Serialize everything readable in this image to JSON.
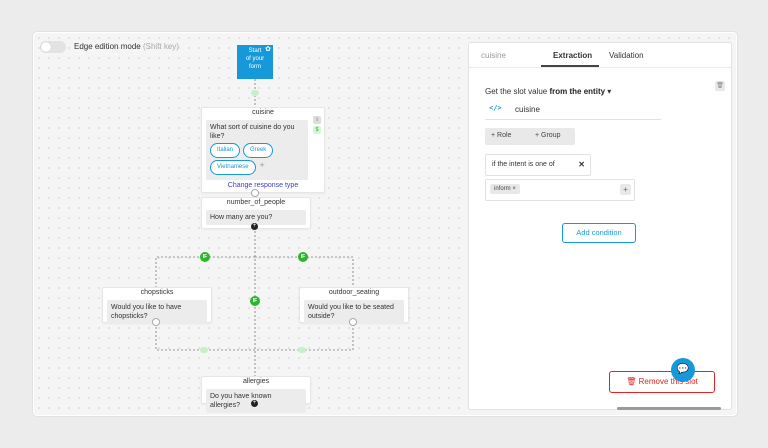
{
  "toolbar": {
    "mode_label": "Edge edition mode",
    "mode_hint": "(Shift key)"
  },
  "start": {
    "line1": "Start",
    "line2": "of your",
    "line3": "form"
  },
  "nodes": {
    "cuisine": {
      "title": "cuisine",
      "question": "What sort of cuisine do you like?",
      "choices": [
        "Italian",
        "Greek",
        "Vietnamese"
      ],
      "change_link": "Change response type",
      "badge_top": "i",
      "badge_bottom": "$"
    },
    "people": {
      "title": "number_of_people",
      "question": "How many are you?"
    },
    "chopsticks": {
      "title": "chopsticks",
      "question": "Would you like to have chopsticks?"
    },
    "outdoor": {
      "title": "outdoor_seating",
      "question": "Would you like to be seated outside?"
    },
    "allergies": {
      "title": "allergies",
      "question": "Do you have known allergies?"
    }
  },
  "edges": {
    "if_label": "IF"
  },
  "panel": {
    "title": "cuisine",
    "tabs": [
      "Extraction",
      "Validation"
    ],
    "slot_value_prefix": "Get the slot value",
    "slot_value_source": "from the entity",
    "entity_icon": "</>",
    "entity_value": "cuisine",
    "role_label": "+ Role",
    "group_label": "+ Group",
    "intent_condition": "if the intent is one of",
    "intent_tag": "inform",
    "add_condition": "Add condition",
    "remove_slot": "Remove this slot"
  },
  "colors": {
    "accent": "#1798d8",
    "success": "#2db52d",
    "danger": "#e02424"
  }
}
